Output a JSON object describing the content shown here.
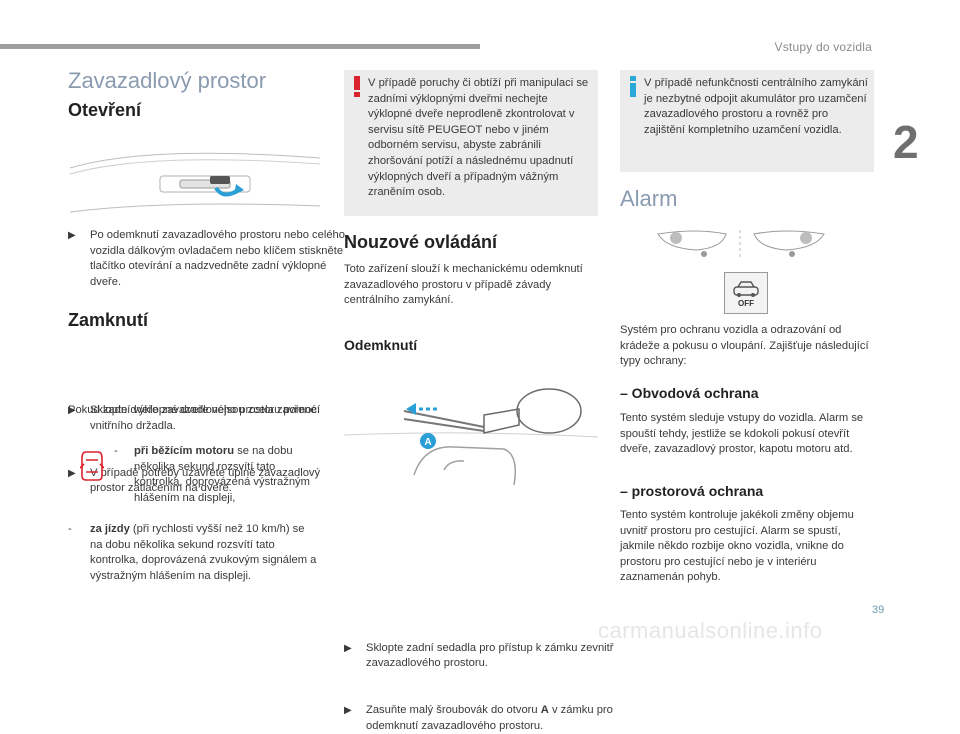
{
  "header": {
    "title": "Vstupy do vozidla",
    "chapter_number": "2"
  },
  "page_number": "39",
  "watermark": "carmanualsonline.info",
  "col1": {
    "section_title": "Zavazadlový prostor",
    "h_open": "Otevření",
    "open_bullet": "Po odemknutí zavazadlového prostoru nebo celého vozidla dálkovým ovladačem nebo klíčem stiskněte tlačítko otevírání a nadzvedněte zadní výklopné dveře.",
    "h_close": "Zamknutí",
    "close_bullet1": "Sklopte dveře zavazadlového prostoru pomocí vnitřního držadla.",
    "close_bullet2": "V případě potřeby uzavřete úplně zavazadlový prostor zatlačením na dveře.",
    "close_para": "Pokud zadní výklopné dveře nejsou zcela zavřené:",
    "running_bold": "při běžícím motoru",
    "running_rest": " se na dobu několika sekund rozsvítí tato kontrolka, doprovázená výstražným hlášením na displeji,",
    "driving_bold": "za jízdy",
    "driving_rest": " (při rychlosti vyšší než 10 km/h) se na dobu několika sekund rozsvítí tato kontrolka, doprovázená zvukovým signálem a výstražným hlášením na displeji."
  },
  "col2": {
    "warning_text": "V případě poruchy či obtíží při manipulaci se zadními výklopnými dveřmi nechejte výklopné dveře neprodleně zkontrolovat v servisu sítě PEUGEOT nebo v jiném odborném servisu, abyste zabránili zhoršování potíží a následnému upadnutí výklopných dveří a případným vážným zraněním osob.",
    "h_emergency": "Nouzové ovládání",
    "emergency_para": "Toto zařízení slouží k mechanickému odemknutí zavazadlového prostoru v případě závady centrálního zamykání.",
    "h_unlock": "Odemknutí",
    "figure_label": "A",
    "unlock_bullet1": "Sklopte zadní sedadla pro přístup k zámku zevnitř zavazadlového prostoru.",
    "unlock_bullet2_a": "Zasuňte malý šroubovák do otvoru ",
    "unlock_bullet2_bold": "A",
    "unlock_bullet2_b": " v zámku pro odemknutí zavazadlového prostoru."
  },
  "col3": {
    "info_text": "V případě nefunkčnosti centrálního zamykání je nezbytné odpojit akumulátor pro uzamčení zavazadlového prostoru a rovněž pro zajištění kompletního uzamčení vozidla.",
    "section_title": "Alarm",
    "off_label": "OFF",
    "alarm_para": "Systém pro ochranu vozidla a odrazování od krádeže a pokusu o vloupání. Zajišťuje následující typy ochrany:",
    "h_perimeter": "– Obvodová ochrana",
    "perimeter_para": "Tento systém sleduje vstupy do vozidla. Alarm se spouští tehdy, jestliže se kdokoli pokusí otevřít dveře, zavazadlový prostor, kapotu motoru atd.",
    "h_volumetric": "– prostorová ochrana",
    "volumetric_para": "Tento systém kontroluje jakékoli změny objemu uvnitř prostoru pro cestující. Alarm se spustí, jakmile někdo rozbije okno vozidla, vnikne do prostoru pro cestující nebo je v interiéru zaznamenán pohyb."
  },
  "icons": {
    "bullet": "bullet-arrow-icon",
    "warning": "exclamation-icon",
    "info": "info-icon"
  },
  "colors": {
    "warning_red": "#d9232e",
    "info_blue": "#2aa8d8",
    "accent": "#2a9fd6",
    "title_blue_grey": "#8a9bb0"
  }
}
